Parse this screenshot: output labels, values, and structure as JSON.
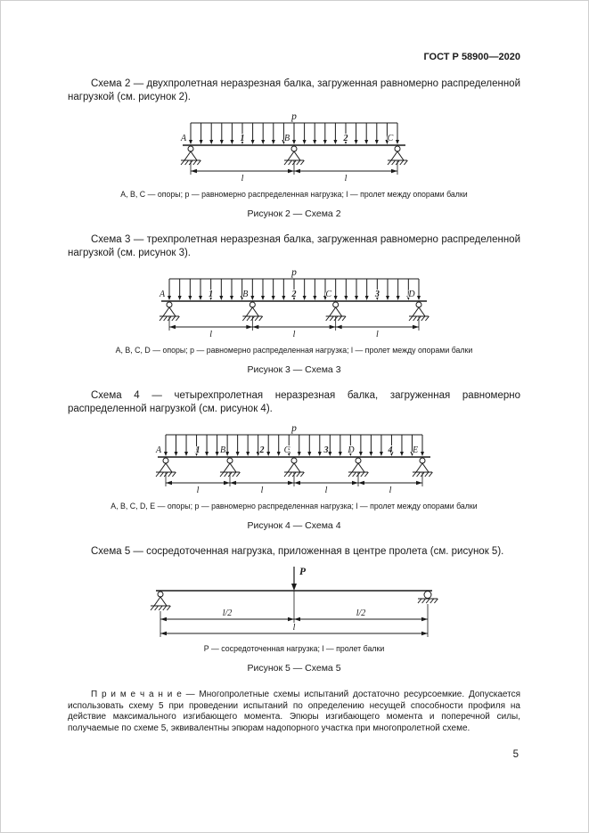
{
  "header": {
    "doc_number": "ГОСТ Р 58900—2020"
  },
  "paragraphs": {
    "scheme2": "Схема 2 — двухпролетная неразрезная балка, загруженная равномерно распределенной нагрузкой (см. рисунок 2).",
    "scheme3": "Схема 3 — трехпролетная неразрезная балка, загруженная равномерно распределенной нагрузкой (см. рисунок 3).",
    "scheme4": "Схема 4 — четырехпролетная неразрезная балка, загруженная равномерно распределенной нагрузкой (см. рисунок 4).",
    "scheme5": "Схема 5 — сосредоточенная нагрузка, приложенная в центре пролета (см. рисунок 5)."
  },
  "figures": [
    {
      "type": "distributed",
      "supports": [
        "A",
        "B",
        "C"
      ],
      "span_labels": [
        "1",
        "2"
      ],
      "load_label": "p",
      "dim_labels": [
        "l",
        "l"
      ],
      "legend": "А, В, С — опоры; р — равномерно распределенная нагрузка; l — пролет между опорами балки",
      "caption": "Рисунок 2 — Схема 2"
    },
    {
      "type": "distributed",
      "supports": [
        "A",
        "B",
        "C",
        "D"
      ],
      "span_labels": [
        "1",
        "2",
        "3"
      ],
      "load_label": "p",
      "dim_labels": [
        "l",
        "l",
        "l"
      ],
      "legend": "А, В, С, D — опоры; р — равномерно распределенная нагрузка; l — пролет между опорами балки",
      "caption": "Рисунок 3 — Схема 3"
    },
    {
      "type": "distributed",
      "supports": [
        "A",
        "B",
        "C",
        "D",
        "E"
      ],
      "span_labels": [
        "1",
        "2",
        "3",
        "4"
      ],
      "load_label": "p",
      "dim_labels": [
        "l",
        "l",
        "l",
        "l"
      ],
      "legend": "А, В, С, D, Е — опоры; р — равномерно распределенная нагрузка; l — пролет между опорами балки",
      "caption": "Рисунок 4 — Схема 4"
    },
    {
      "type": "concentrated",
      "load_label": "P",
      "dim_labels": [
        "l/2",
        "l/2"
      ],
      "total_dim_label": "l",
      "legend": "Р — сосредоточенная нагрузка; l — пролет балки",
      "caption": "Рисунок 5 — Схема 5"
    }
  ],
  "note": "П р и м е ч а н и е — Многопролетные схемы испытаний достаточно ресурсоемкие. Допускается использовать схему 5 при проведении испытаний по определению несущей способности профиля на действие максимального изгибающего момента. Эпюры изгибающего момента и поперечной силы, получаемые по схеме 5, эквивалентны эпюрам надопорного участка при многопролетной схеме.",
  "page_number": "5"
}
